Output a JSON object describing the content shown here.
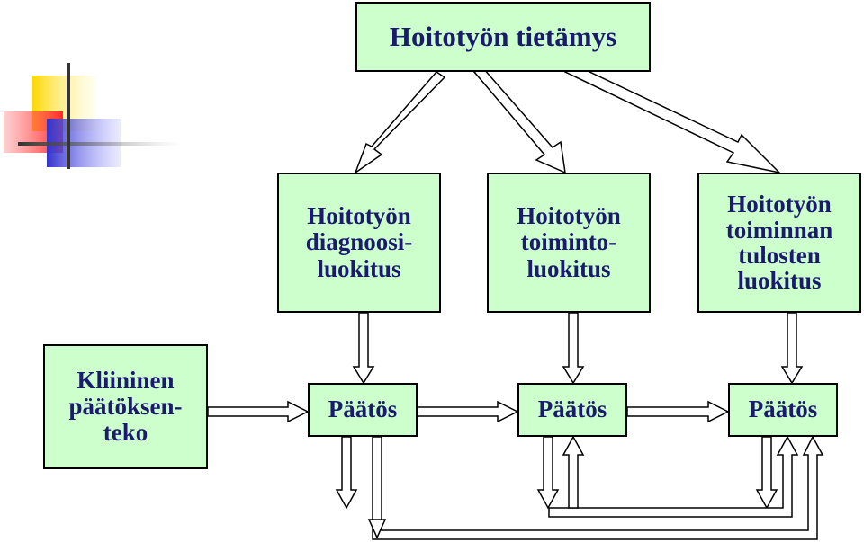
{
  "diagram": {
    "top_node": "Hoitotyön tietämys",
    "classifications": [
      "Hoitotyön\ndiagnoosi-\nluokitus",
      "Hoitotyön\ntoiminto-\nluokitus",
      "Hoitotyön\ntoiminnan\ntulosten\nluokitus"
    ],
    "clinical_node": "Kliininen\npäätöksen-\nteko",
    "decisions": [
      "Päätös",
      "Päätös",
      "Päätös"
    ]
  },
  "colors": {
    "box_fill": "#ccffcc",
    "text": "#1a1a6e",
    "logo_yellow": "#ffd700",
    "logo_red": "#ff3333",
    "logo_blue": "#3333cc"
  }
}
